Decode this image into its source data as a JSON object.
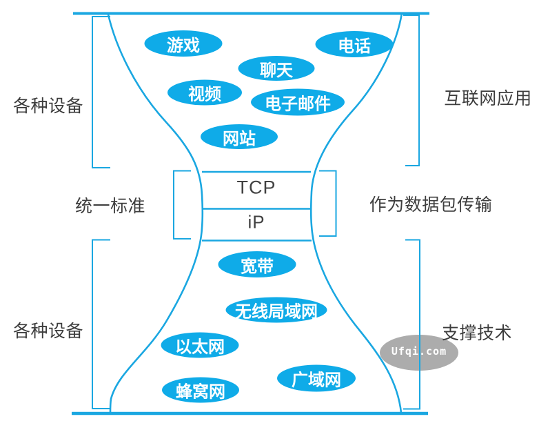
{
  "colors": {
    "accent_line": "#1aa7e1",
    "node_fill": "#0fabe8",
    "node_text": "#ffffff",
    "label_text": "#3d3d3d",
    "core_text": "#414141",
    "watermark_fill": "#acacac",
    "watermark_text": "#ffffff"
  },
  "side_labels": {
    "top_left": "各种设备",
    "middle_left": "统一标准",
    "bottom_left": "各种设备",
    "top_right": "互联网应用",
    "middle_right": "作为数据包传输",
    "bottom_right": "支撑技术"
  },
  "core_layers": {
    "transport": "TCP",
    "network": "iP"
  },
  "top_nodes": [
    {
      "label": "游戏"
    },
    {
      "label": "电话"
    },
    {
      "label": "聊天"
    },
    {
      "label": "视频"
    },
    {
      "label": "电子邮件"
    },
    {
      "label": "网站"
    }
  ],
  "bottom_nodes": [
    {
      "label": "宽带"
    },
    {
      "label": "无线局域网"
    },
    {
      "label": "以太网"
    },
    {
      "label": "广域网"
    },
    {
      "label": "蜂窝网"
    }
  ],
  "watermark": "Ufqi.com"
}
